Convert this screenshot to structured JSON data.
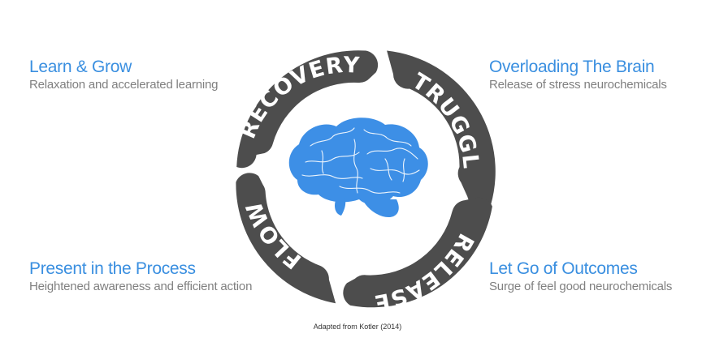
{
  "notes": {
    "learn": {
      "title": "Learn & Grow",
      "description": "Relaxation and accelerated learning"
    },
    "overload": {
      "title": "Overloading The Brain",
      "description": "Release of stress neurochemicals"
    },
    "present": {
      "title": "Present in the Process",
      "description": "Heightened awareness and efficient action"
    },
    "letgo": {
      "title": "Let Go of Outcomes",
      "description": "Surge of feel good neurochemicals"
    }
  },
  "cycle": {
    "stages": [
      "RECOVERY",
      "STRUGGLE",
      "RELEASE",
      "FLOW"
    ],
    "center_icon": "brain-icon"
  },
  "credit": "Adapted from Kotler (2014)",
  "colors": {
    "accent": "#3a8fe0",
    "ring": "#4d4d4d",
    "description": "#808080",
    "brain": "#3d8fe6"
  }
}
